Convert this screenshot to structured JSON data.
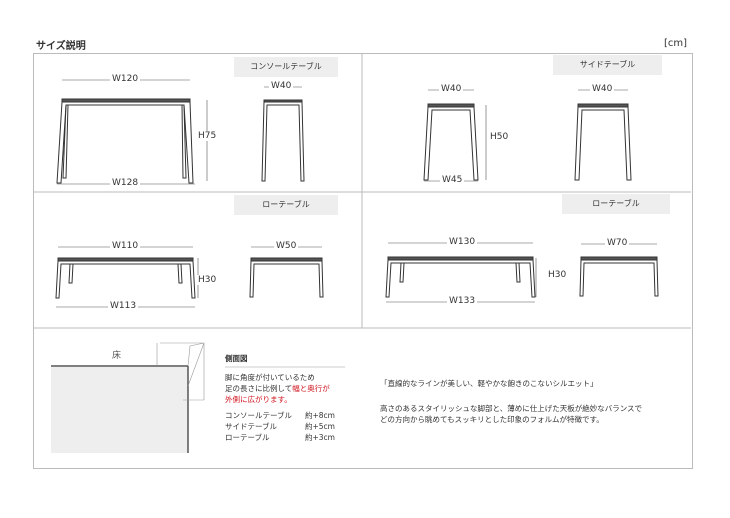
{
  "header": {
    "title": "サイズ説明",
    "unit": "[cm]"
  },
  "sections": {
    "console": {
      "label": "コンソールテーブル",
      "front_width": "W120",
      "base_width": "W128",
      "height": "H75",
      "depth": "W40"
    },
    "side": {
      "label": "サイドテーブル",
      "front_width": "W40",
      "base_width": "W45",
      "height": "H50",
      "depth": "W40"
    },
    "low110": {
      "label": "ローテーブル",
      "front_width": "W110",
      "base_width": "W113",
      "height": "H30",
      "depth": "W50"
    },
    "low130": {
      "label": "ローテーブル",
      "front_width": "W130",
      "base_width": "W133",
      "height": "H30",
      "depth": "W70"
    }
  },
  "side_view": {
    "floor_label": "床",
    "title": "側面図",
    "line1": "脚に角度が付いているため",
    "line2_a": "足の長さに比例して",
    "line2_b": "幅と奥行が",
    "line3": "外側に広がります。",
    "rows": [
      {
        "name": "コンソールテーブル",
        "value": "約+8cm"
      },
      {
        "name": "サイドテーブル",
        "value": "約+5cm"
      },
      {
        "name": "ローテーブル",
        "value": "約+3cm"
      }
    ],
    "highlight_color": "#d0141e"
  },
  "description": {
    "tagline": "「直線的なラインが美しい、軽やかな飽きのこないシルエット」",
    "body1": "高さのあるスタイリッシュな脚部と、薄めに仕上げた天板が絶妙なバランスで",
    "body2": "どの方向から眺めてもスッキリとした印象のフォルムが特徴です。"
  }
}
